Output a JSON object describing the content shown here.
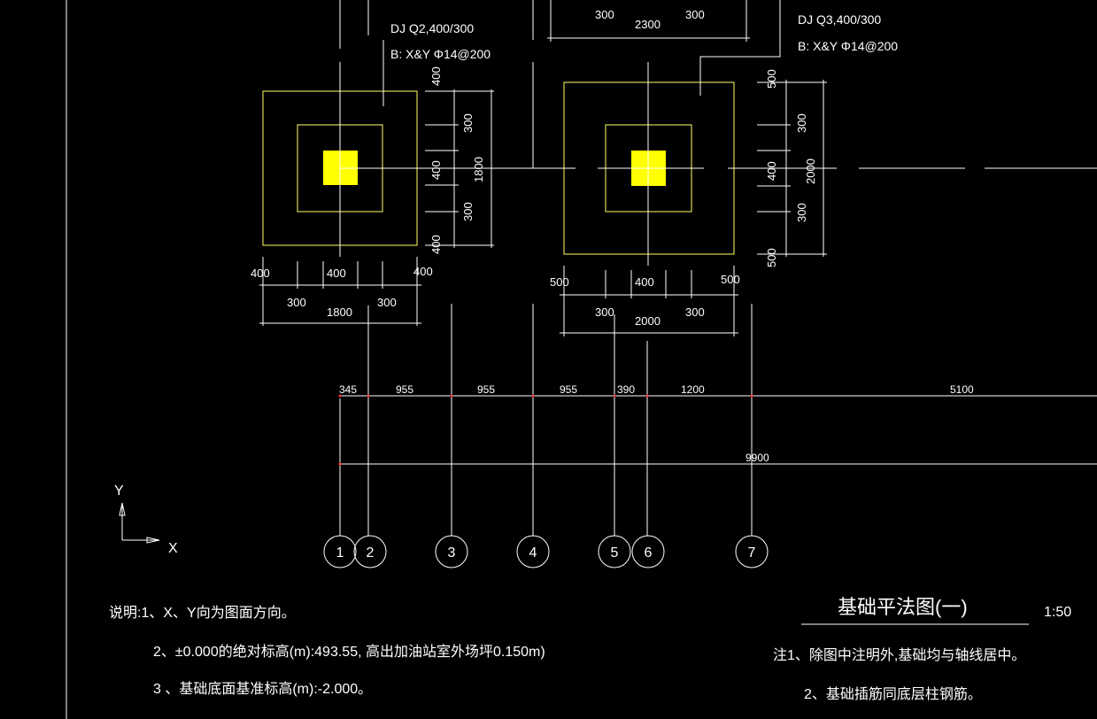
{
  "foundation_1": {
    "id": "DJ Q2,400/300",
    "rebar": "B: X&Y Φ14@200",
    "dim_vertical": [
      "400",
      "300",
      "400",
      "300",
      "400"
    ],
    "dim_vertical_total": "1800",
    "dim_horizontal_top": [
      "400",
      "400",
      "400"
    ],
    "dim_horizontal_mid": [
      "300",
      "300"
    ],
    "dim_horizontal_total": "1800"
  },
  "foundation_2": {
    "id": "DJ Q3,400/300",
    "rebar": "B: X&Y Φ14@200",
    "dim_top": [
      "300",
      "2300",
      "300"
    ],
    "dim_vertical": [
      "500",
      "300",
      "400",
      "300",
      "500"
    ],
    "dim_vertical_total": "2000",
    "dim_horizontal_top": [
      "500",
      "400",
      "500"
    ],
    "dim_horizontal_mid": [
      "300",
      "300"
    ],
    "dim_horizontal_total": "2000"
  },
  "spacing_dims": [
    "345",
    "955",
    "955",
    "955",
    "390",
    "1200",
    "5100"
  ],
  "overall_dim": "9900",
  "axes": [
    "1",
    "2",
    "3",
    "4",
    "5",
    "6",
    "7"
  ],
  "ucs": {
    "x_label": "X",
    "y_label": "Y"
  },
  "notes_left": {
    "n1": "说明:1、X、Y向为图面方向。",
    "n2": "2、±0.000的绝对标高(m):493.55, 高出加油站室外场坪0.150m)",
    "n3": "3 、基础底面基准标高(m):-2.000。"
  },
  "title": {
    "text": "基础平法图(一)",
    "scale": "1:50"
  },
  "notes_right": {
    "n1": "注1、除图中注明外,基础均与轴线居中。",
    "n2": "2、基础插筋同底层柱钢筋。"
  },
  "colors": {
    "background": "#000000",
    "line": "#ffffff",
    "footing_outline": "#ffff66",
    "column_fill": "#ffff00",
    "marker": "#ff3333"
  }
}
